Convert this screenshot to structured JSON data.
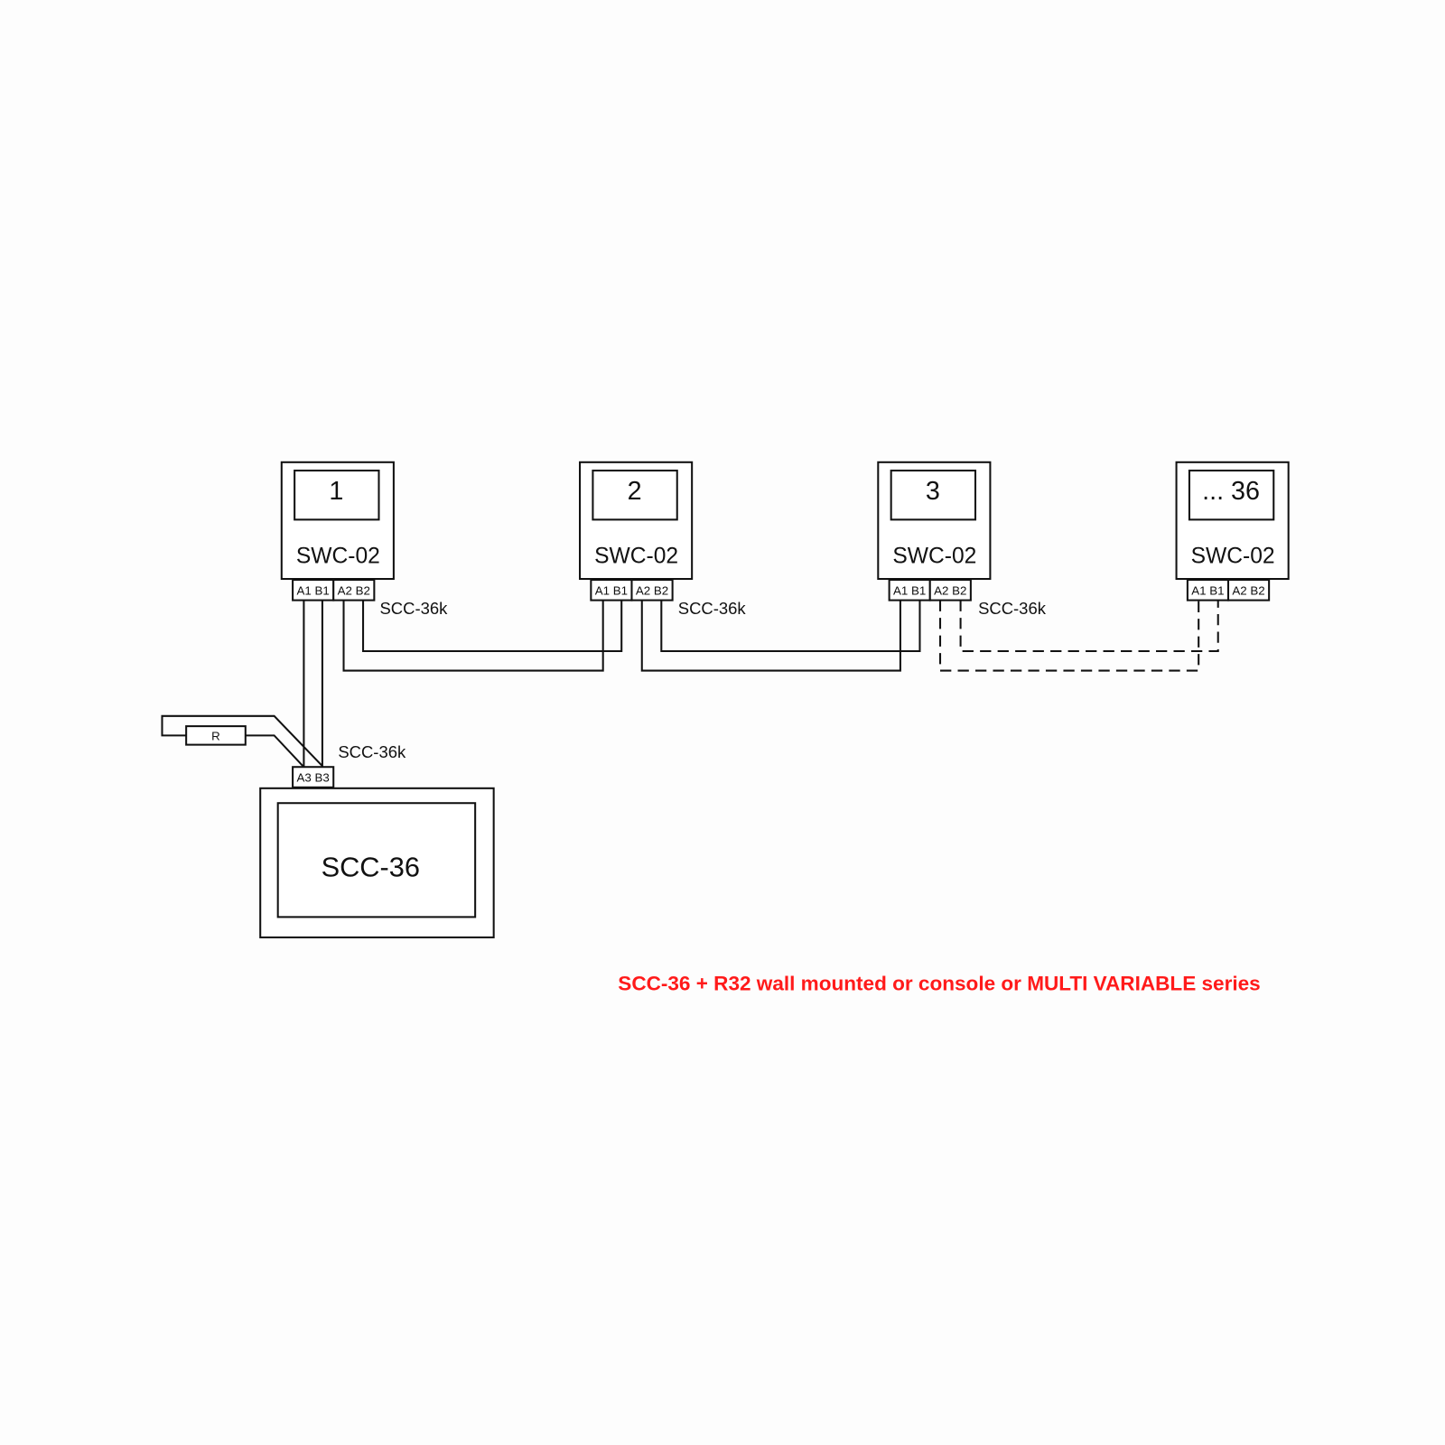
{
  "units": [
    {
      "number": "1",
      "model": "SWC-02",
      "terminals_left": "A1 B1",
      "terminals_right": "A2 B2",
      "cable": "SCC-36k"
    },
    {
      "number": "2",
      "model": "SWC-02",
      "terminals_left": "A1 B1",
      "terminals_right": "A2 B2",
      "cable": "SCC-36k"
    },
    {
      "number": "3",
      "model": "SWC-02",
      "terminals_left": "A1 B1",
      "terminals_right": "A2 B2",
      "cable": "SCC-36k"
    },
    {
      "number": "... 36",
      "model": "SWC-02",
      "terminals_left": "A1 B1",
      "terminals_right": "A2 B2"
    }
  ],
  "controller": {
    "label": "SCC-36",
    "terminals": "A3 B3",
    "cable": "SCC-36k"
  },
  "resistor": {
    "label": "R"
  },
  "caption": {
    "text": "SCC-36 + R32 wall mounted or console or MULTI VARIABLE series",
    "color": "#ff1a1a"
  }
}
